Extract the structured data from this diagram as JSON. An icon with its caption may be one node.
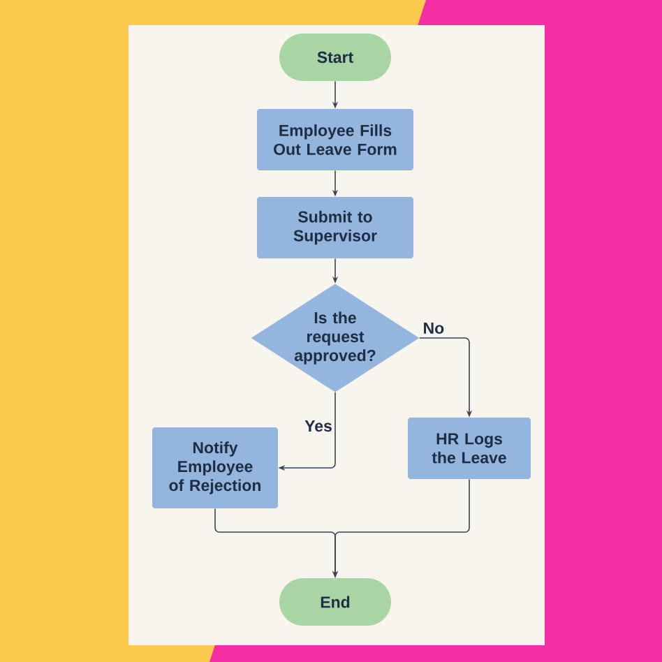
{
  "diagram": {
    "nodes": [
      {
        "text": [
          "Start"
        ]
      },
      {
        "text": [
          "Employee Fills Out Leave Form"
        ]
      },
      {
        "text": [
          "Submit to Supervisor"
        ]
      },
      {
        "text": [
          "Is the request approved?"
        ]
      },
      {
        "text": [
          "Notify Employee of Rejection"
        ]
      },
      {
        "text": [
          "HR Logs the Leave"
        ]
      },
      {
        "text": [
          "End"
        ]
      }
    ],
    "edges": [
      {
        "from": 0,
        "to": 1,
        "arrow": "to"
      },
      {
        "from": 1,
        "to": 2,
        "arrow": "to"
      },
      {
        "from": 2,
        "to": 3,
        "arrow": "to"
      },
      {
        "from": 3,
        "to": 4,
        "arrow": "to",
        "label": "Yes"
      },
      {
        "from": 3,
        "to": 5,
        "arrow": "to",
        "label": "No"
      },
      {
        "from": 4,
        "to": 6,
        "arrow": "to"
      },
      {
        "from": 5,
        "to": 6,
        "arrow": "to"
      }
    ]
  }
}
